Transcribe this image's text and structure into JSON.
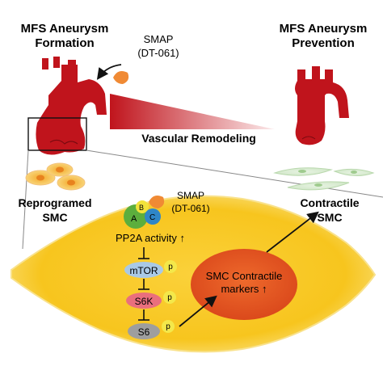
{
  "titles": {
    "formation_line1": "MFS Aneurysm",
    "formation_line2": "Formation",
    "prevention_line1": "MFS Aneurysm",
    "prevention_line2": "Prevention"
  },
  "drug": {
    "top_line1": "SMAP",
    "top_line2": "(DT-061)",
    "cell_line1": "SMAP",
    "cell_line2": "(DT-061)"
  },
  "remodeling_label": "Vascular Remodeling",
  "cells": {
    "reprogramed_line1": "Reprogramed",
    "reprogramed_line2": "SMC",
    "contractile_line1": "Contractile",
    "contractile_line2": "SMC"
  },
  "pp2a": {
    "subunit_a": "A",
    "subunit_b": "B",
    "subunit_c": "C",
    "activity": "PP2A activity ↑"
  },
  "pathway": {
    "mtor": "mTOR",
    "s6k": "S6K",
    "s6": "S6",
    "phospho": "p"
  },
  "nucleus": {
    "line1": "SMC Contractile",
    "line2": "markers ↑"
  },
  "colors": {
    "aorta": "#c0141c",
    "cell_fill": "#f7c51e",
    "cell_edge": "#f9e186",
    "nucleus": "#e2581f",
    "drug": "#f08a34",
    "subunit_a": "#5cae3d",
    "subunit_b": "#f2e33b",
    "subunit_c": "#2f86c8",
    "mtor": "#a9c9e6",
    "s6k": "#ea6f7d",
    "s6": "#9e9e9e",
    "phospho": "#f4e84a"
  }
}
